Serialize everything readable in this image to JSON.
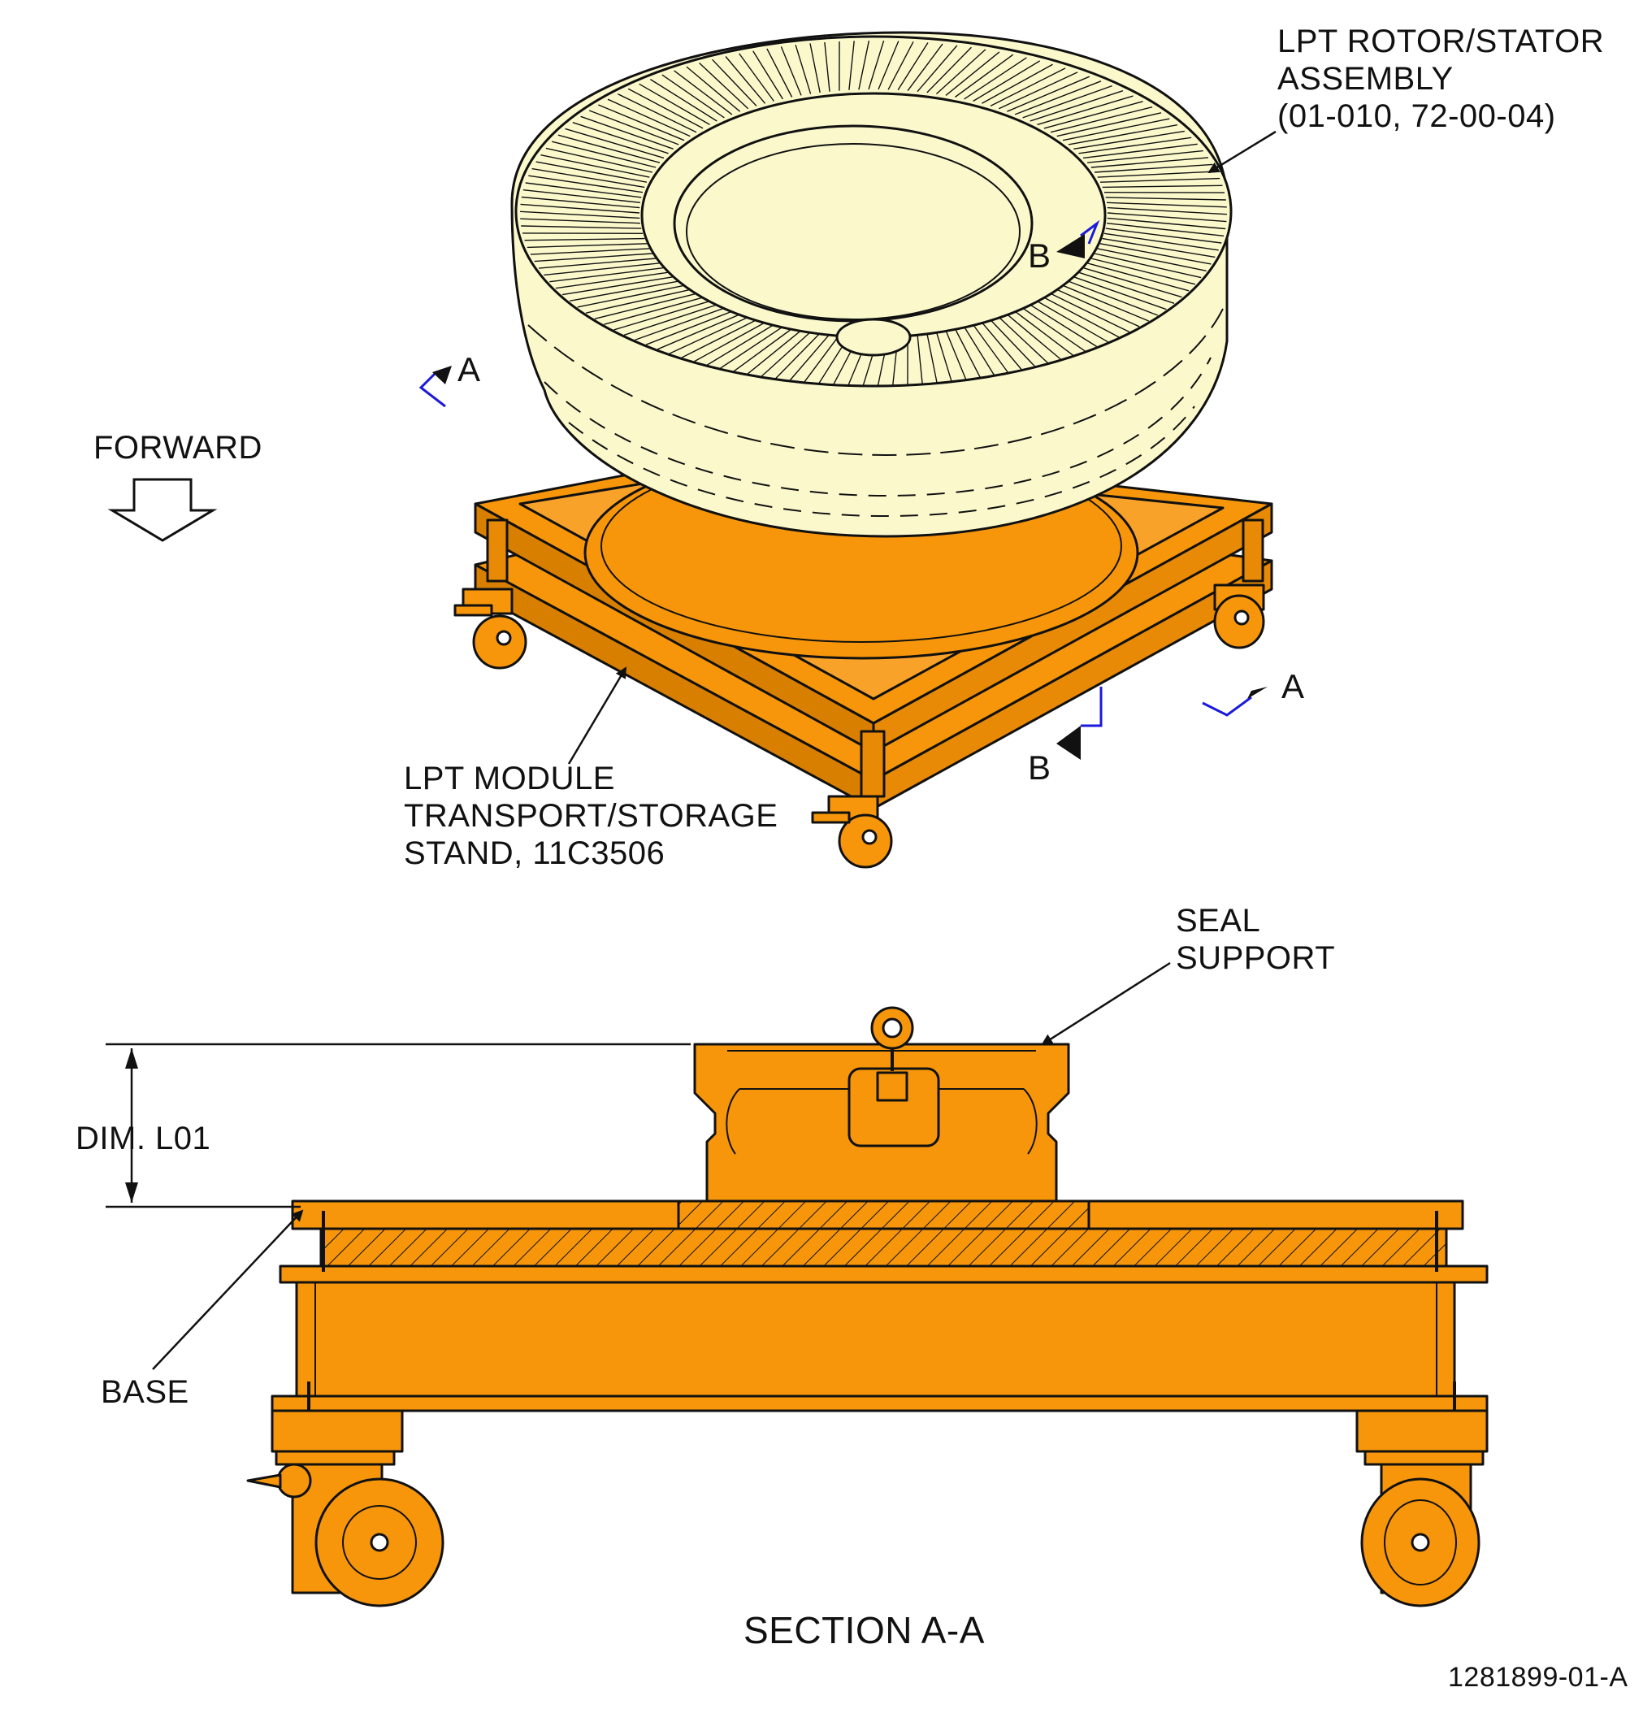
{
  "labels": {
    "rotor_assembly": "LPT ROTOR/STATOR\nASSEMBLY\n(01-010, 72-00-04)",
    "forward": "FORWARD",
    "stand": "LPT MODULE\nTRANSPORT/STORAGE\nSTAND, 11C3506",
    "seal_support": "SEAL\nSUPPORT",
    "dim": "DIM. L01",
    "base": "BASE",
    "section_title": "SECTION A-A",
    "figure_id": "1281899-01-A"
  },
  "section_markers": {
    "a": "A",
    "b": "B"
  },
  "colors": {
    "orange": "#F7960A",
    "orange_dark": "#D97F00",
    "cream": "#FBF9CC",
    "line": "#111111",
    "cutline": "#1A1ADB"
  }
}
